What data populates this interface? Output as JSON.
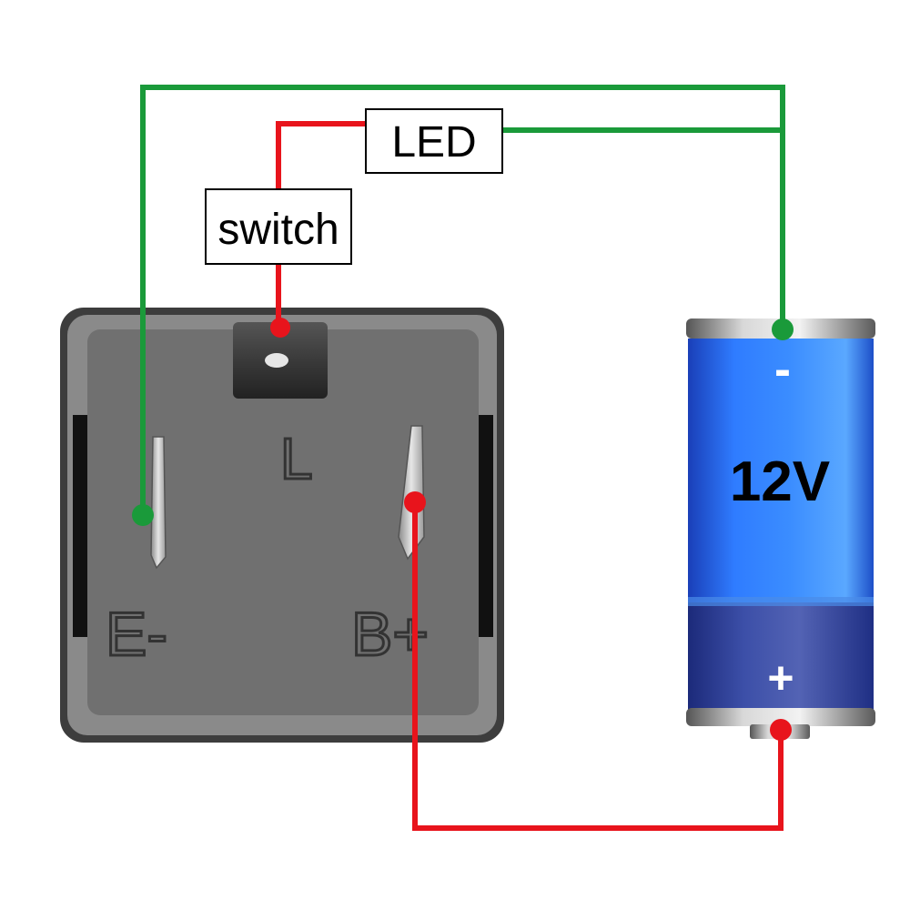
{
  "labels": {
    "led": "LED",
    "switch": "switch"
  },
  "relay": {
    "terminal_l": "L",
    "terminal_e": "E-",
    "terminal_b": "B+"
  },
  "battery": {
    "voltage": "12V",
    "negative": "-",
    "positive": "+"
  },
  "colors": {
    "ground_wire": "#1a9a3a",
    "positive_wire": "#e8141c",
    "battery_blue": "#1f6cf0",
    "relay_body": "#6f6f6f"
  }
}
